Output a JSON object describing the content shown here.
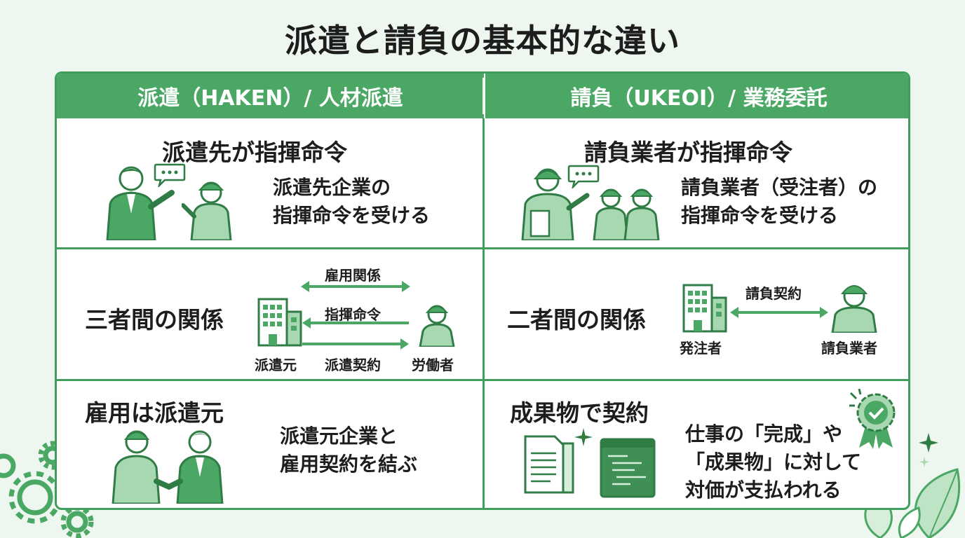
{
  "title": "派遣と請負の基本的な違い",
  "headers": {
    "haken": "派遣（HAKEN）/ 人材派遣",
    "ukeoi": "請負（UKEOI）/ 業務委託"
  },
  "rows": {
    "command": {
      "haken_heading": "派遣先が指揮命令",
      "haken_text": [
        "派遣先企業の",
        "指揮命令を受ける"
      ],
      "ukeoi_heading": "請負業者が指揮命令",
      "ukeoi_text": [
        "請負業者（受注者）の",
        "指揮命令を受ける"
      ]
    },
    "relation": {
      "haken_heading": "三者間の関係",
      "haken_labels": {
        "employment": "雇用関係",
        "command": "指揮命令",
        "dispatch_contract": "派遣契約",
        "origin": "派遣元",
        "worker": "労働者"
      },
      "ukeoi_heading": "二者間の関係",
      "ukeoi_labels": {
        "contract": "請負契約",
        "client": "発注者",
        "contractor": "請負業者"
      }
    },
    "employment": {
      "haken_heading": "雇用は派遣元",
      "haken_text": [
        "派遣元企業と",
        "雇用契約を結ぶ"
      ],
      "ukeoi_heading": "成果物で契約",
      "ukeoi_text": [
        "仕事の「完成」や",
        "「成果物」に対して",
        "対価が支払われる"
      ]
    }
  },
  "colors": {
    "accent": "#4aa864",
    "accent_dark": "#2f7d45",
    "accent_light": "#a8d8b2",
    "background": "#eef7ef"
  },
  "icons": [
    "gear-icon",
    "leaf-icon",
    "sparkle-icon",
    "award-badge-icon",
    "document-icon",
    "code-window-icon",
    "building-icon",
    "worker-icon",
    "businessman-icon",
    "handshake-icon",
    "speech-bubble-icon"
  ]
}
